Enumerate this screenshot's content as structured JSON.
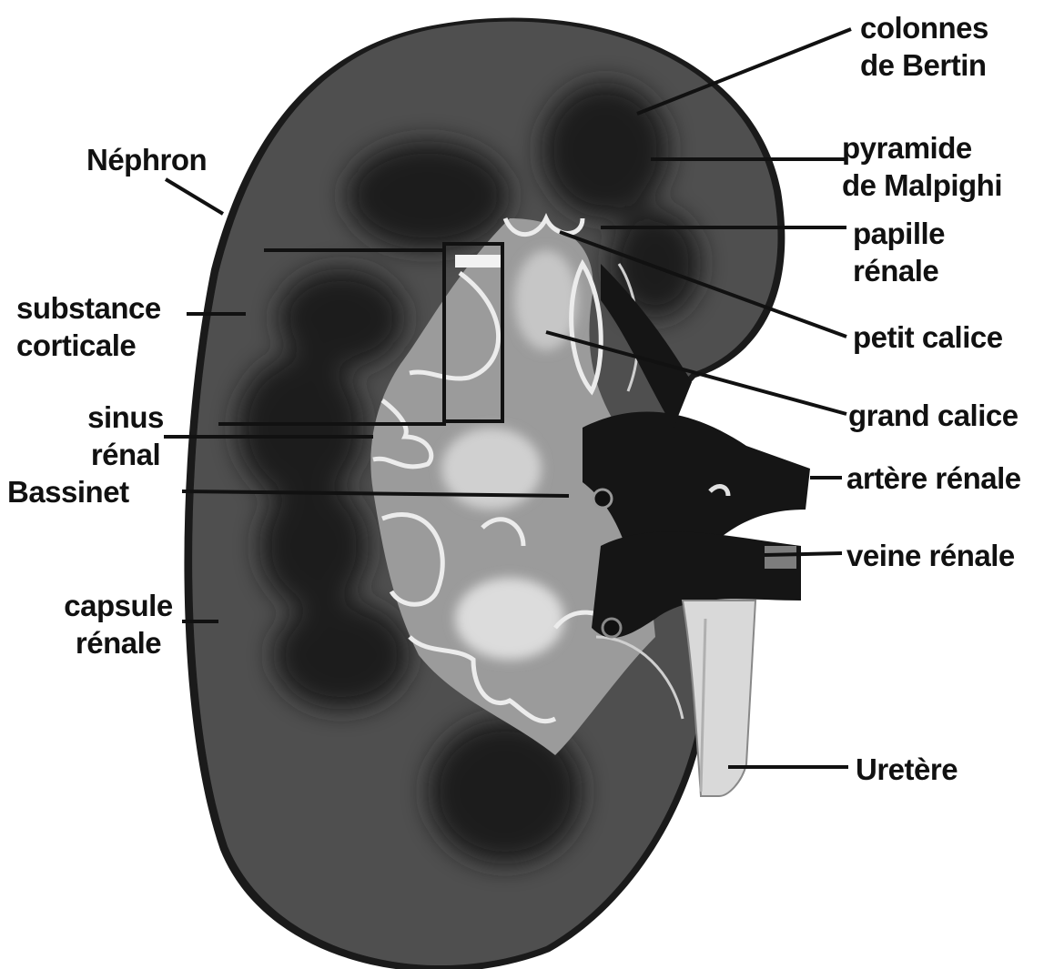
{
  "labels": {
    "colonnes_bertin": [
      "colonnes",
      "de Bertin"
    ],
    "nephron": "Néphron",
    "pyramide_malpighi": [
      "pyramide",
      "de Malpighi"
    ],
    "papille_renale": [
      "papille",
      "rénale"
    ],
    "substance_corticale": [
      "substance",
      "corticale"
    ],
    "petit_calice": "petit calice",
    "sinus_renal": [
      "sinus",
      "rénal"
    ],
    "grand_calice": "grand calice",
    "bassinet": "Bassinet",
    "artere_renale": "artère rénale",
    "veine_renale": "veine rénale",
    "capsule_renale": [
      "capsule",
      "rénale"
    ],
    "uretere": "Uretère"
  },
  "colors": {
    "capsule": "#1a1a1a",
    "cortex": "#4a4a4a",
    "pyramid": "#1e1e1e",
    "sinus": "#9a9a9a",
    "calyx_outline": "#e8e8e8",
    "vessels": "#151515",
    "leader": "#111111"
  }
}
